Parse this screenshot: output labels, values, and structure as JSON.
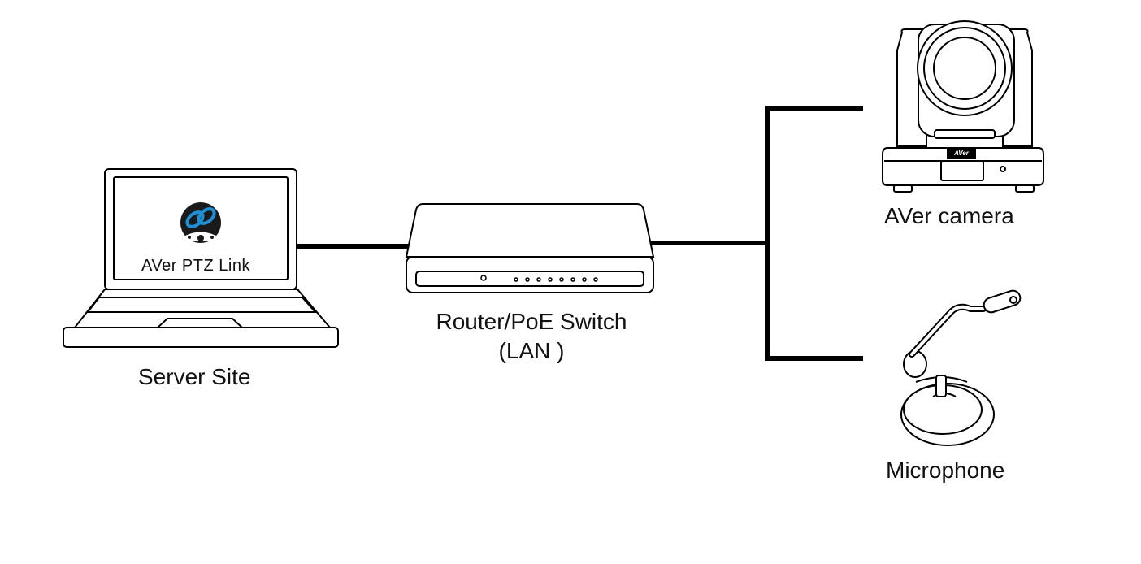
{
  "nodes": {
    "server": {
      "label": "Server Site",
      "screen_text": "AVer PTZ Link"
    },
    "router": {
      "line1": "Router/PoE Switch",
      "line2": "(LAN )"
    },
    "camera": {
      "label": "AVer camera",
      "badge": "AVer"
    },
    "microphone": {
      "label": "Microphone"
    }
  },
  "icons": [
    "laptop-icon",
    "app-logo-icon",
    "router-icon",
    "ptz-camera-icon",
    "microphone-icon"
  ],
  "colors": {
    "line": "#000000",
    "app_logo_blue": "#1e90d6",
    "app_logo_dark": "#1a1a1a"
  }
}
